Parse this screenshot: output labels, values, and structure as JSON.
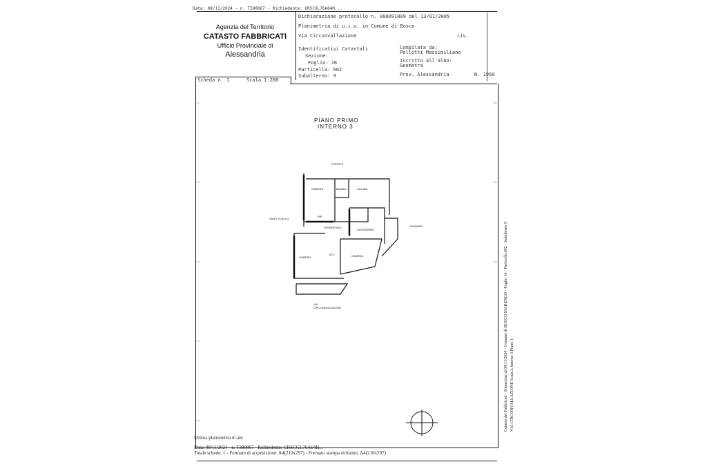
{
  "top_note": "Data: 08/11/2024 - n. T390867 - Richiedente: GRSCGL76A64H...",
  "header": {
    "agency_line1": "Agenzia del Territorio",
    "agency_line2": "CATASTO FABBRICATI",
    "agency_line3": "Ufficio Provinciale di",
    "agency_line4": "Alessandria",
    "declaration": "Dichiarazione protocollo n. 000091009 del 13/01/2005",
    "plan_of": "Planimetria di u.i.u. in Comune di Bosco",
    "address": "Via Circonvallazione",
    "civ": "civ.",
    "identifiers_title": "Identificativi Catastali",
    "sezione": "Sezione:",
    "foglio": "Foglio: 16",
    "particella": "Particella: 602",
    "subalterno": "Subalterno: 9",
    "compiled_by_label": "Compilata da:",
    "compiled_by": "Pellotti Massimiliano",
    "registered_label": "Iscritto all'albo:",
    "registered": "Geometra",
    "province": "Prov. Alessandria",
    "number": "N. 1950",
    "scheda": "Scheda n. 1",
    "scala": "Scala 1:200"
  },
  "plan": {
    "title_line1": "PIANO PRIMO",
    "title_line2": "INTERNO 3",
    "cortile": "CORTILE",
    "camera_top": "CAMERA",
    "bagno": "BAGNO",
    "cucina": "CUCINA",
    "rip": "RIP.",
    "vano_scala": "VANO SCALA 4",
    "disimpegno": "DISIMPEGNO",
    "soggiorno": "SOGGIORNO",
    "via_right": "VIA BASSI",
    "camera_bottom": "CAMERA",
    "wc": "W.C.",
    "camera_right": "CAMERA",
    "via_bottom1": "VIA",
    "via_bottom2": "CIRCONVALLAZIONE"
  },
  "footer": {
    "heights": "Ultima planimetria in atti",
    "line1": "Data: 08/11/2024 - n. T390867 - Richiedente: GRSCGL76A64H...",
    "line2": "Totale schede: 1 - Formato di acquisizione: A4(210x297) - Formato stampa richiesto: A4(210x297)"
  },
  "side_note_line1": "Catasto dei Fabbricati - Situazione al 08/11/2024 - Comune di BOSCO MARENGO - Foglio 16 - Particella 602 - Subalterno 9",
  "side_note_line2": "VIA CIRCONVALLAZIONE Scala A Interno 3 Piano 1"
}
